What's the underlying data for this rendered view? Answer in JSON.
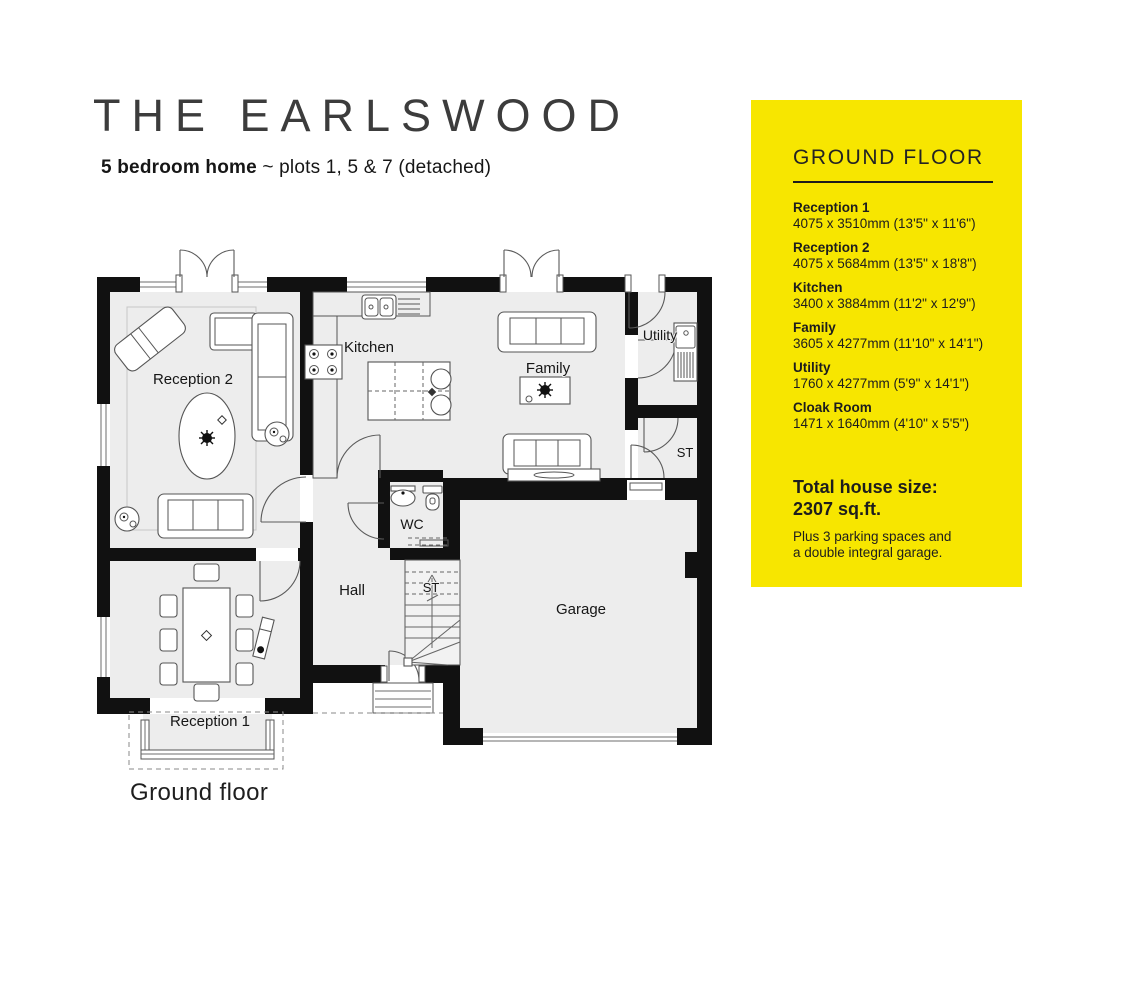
{
  "header": {
    "title": "THE EARLSWOOD",
    "subtitle_bold": "5 bedroom home",
    "subtitle_rest": " ~ plots 1, 5 & 7 (detached)"
  },
  "panel": {
    "bg_color": "#F7E600",
    "heading": "GROUND FLOOR",
    "rooms": [
      {
        "name": "Reception 1",
        "dims": "4075 x 3510mm (13'5\" x 11'6\")"
      },
      {
        "name": "Reception 2",
        "dims": "4075 x 5684mm (13'5\" x 18'8\")"
      },
      {
        "name": "Kitchen",
        "dims": "3400 x 3884mm (11'2\" x 12'9\")"
      },
      {
        "name": "Family",
        "dims": "3605 x 4277mm (11'10\" x 14'1\")"
      },
      {
        "name": "Utility",
        "dims": "1760 x 4277mm (5'9\" x 14'1\")"
      },
      {
        "name": "Cloak Room",
        "dims": "1471 x 1640mm (4'10\" x 5'5\")"
      }
    ],
    "total_label": "Total house size:",
    "total_value": "2307 sq.ft.",
    "note_line1": "Plus 3 parking spaces and",
    "note_line2": "a double integral garage."
  },
  "plan": {
    "caption": "Ground floor",
    "wall_color": "#111111",
    "floor_color": "#ededed",
    "labels": {
      "reception2": "Reception 2",
      "kitchen": "Kitchen",
      "family": "Family",
      "utility": "Utility",
      "cloak_st": "ST",
      "wc": "WC",
      "hall": "Hall",
      "stairs_st": "ST",
      "garage": "Garage",
      "reception1": "Reception 1"
    }
  }
}
